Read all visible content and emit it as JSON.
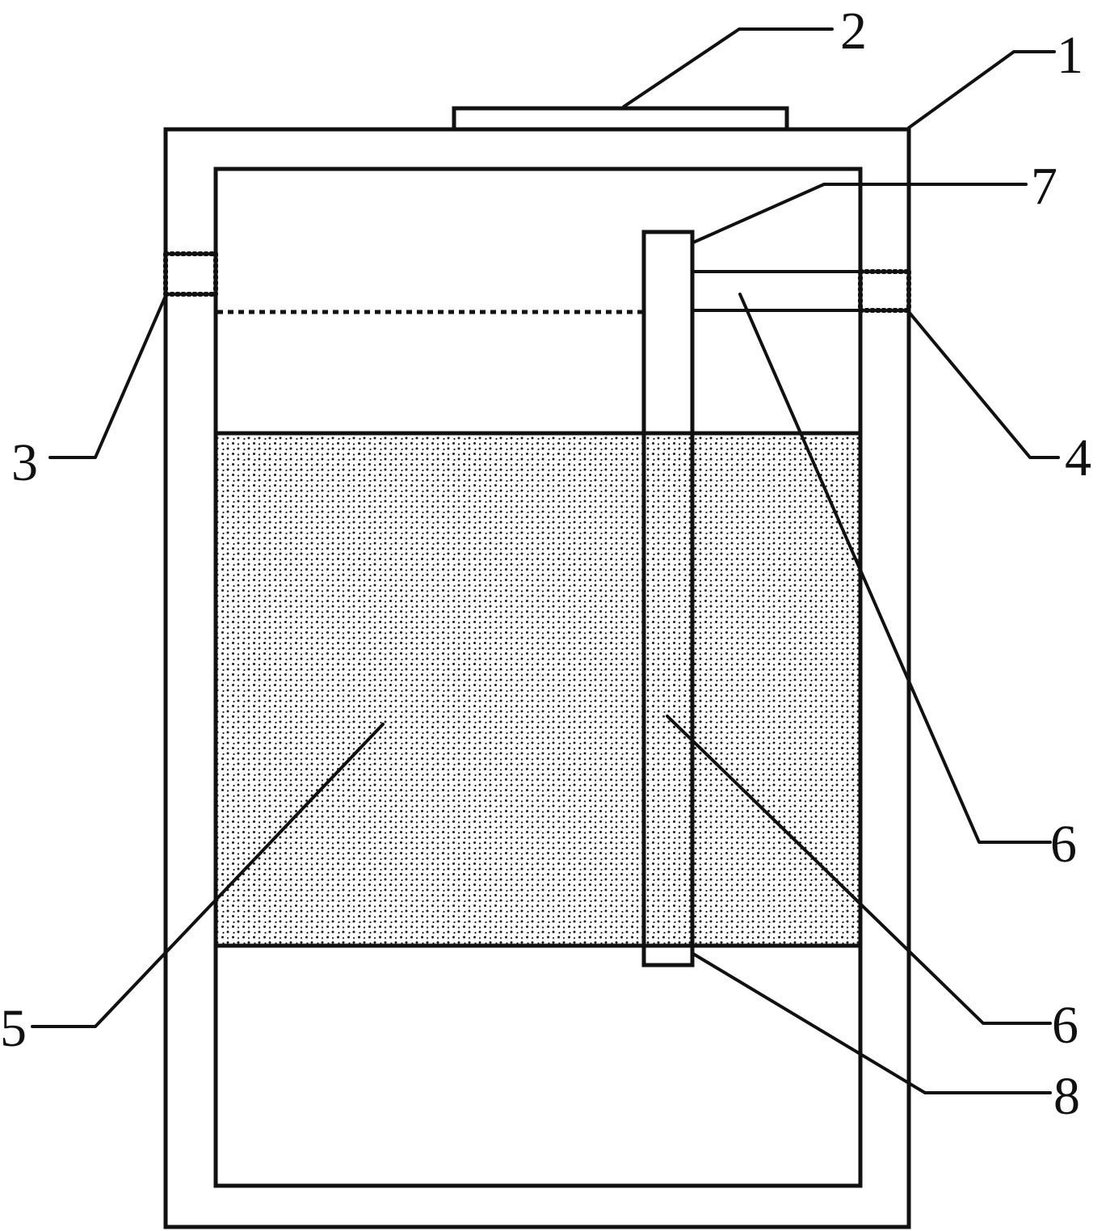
{
  "figure": {
    "labels": {
      "l1": "1",
      "l2": "2",
      "l3": "3",
      "l4": "4",
      "l5": "5",
      "l6_upper": "6",
      "l6_lower": "6",
      "l7": "7",
      "l8": "8"
    },
    "colors": {
      "line": "#111111",
      "background": "#ffffff",
      "stipple": "#1a1a1a"
    }
  }
}
